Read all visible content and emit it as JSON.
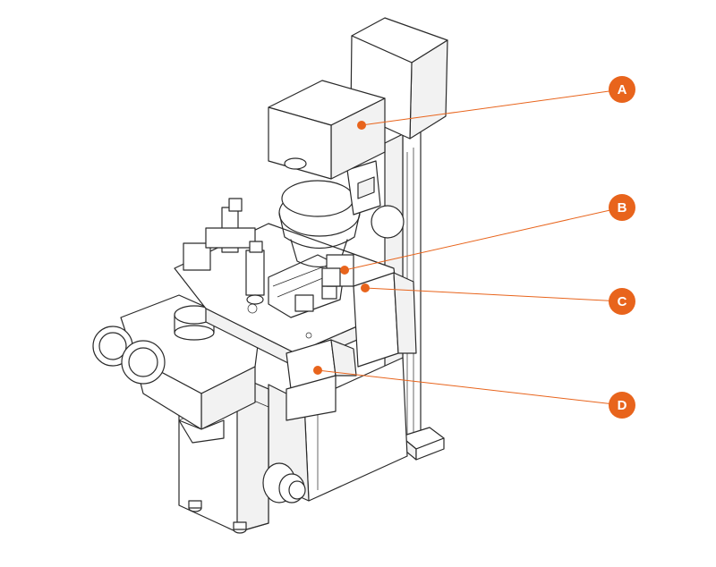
{
  "colors": {
    "accent": "#e8641c",
    "line": "#2a2a2a",
    "background": "#ffffff"
  },
  "callouts": [
    {
      "id": "a",
      "label": "A"
    },
    {
      "id": "b",
      "label": "B"
    },
    {
      "id": "c",
      "label": "C"
    },
    {
      "id": "d",
      "label": "D"
    }
  ]
}
